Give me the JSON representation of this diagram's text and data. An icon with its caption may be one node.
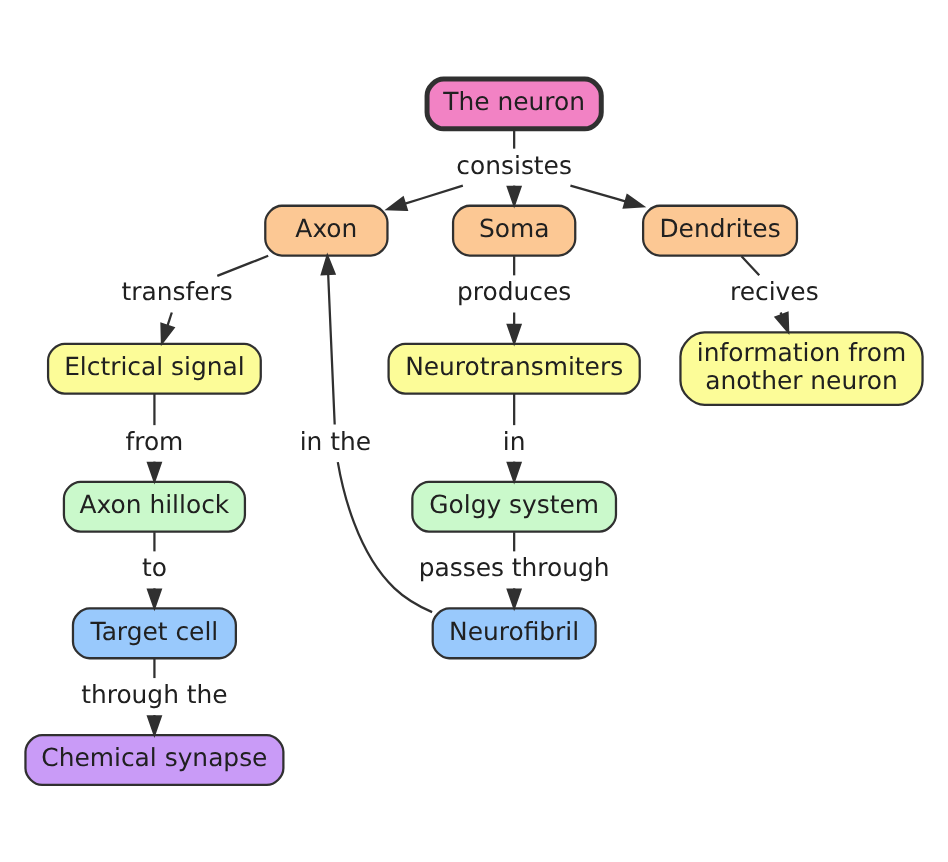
{
  "diagram": {
    "nodes": [
      {
        "text": [
          "The neuron"
        ]
      },
      {
        "text": [
          "consistes"
        ]
      },
      {
        "text": [
          "Axon"
        ]
      },
      {
        "text": [
          "Soma"
        ]
      },
      {
        "text": [
          "Dendrites"
        ]
      },
      {
        "text": [
          "transfers"
        ]
      },
      {
        "text": [
          "produces"
        ]
      },
      {
        "text": [
          "recives"
        ]
      },
      {
        "text": [
          "Elctrical signal"
        ]
      },
      {
        "text": [
          "Neurotransmiters"
        ]
      },
      {
        "text": [
          "information from another neuron"
        ]
      },
      {
        "text": [
          "from"
        ]
      },
      {
        "text": [
          "in the"
        ]
      },
      {
        "text": [
          "in"
        ]
      },
      {
        "text": [
          "Axon hillock"
        ]
      },
      {
        "text": [
          "Golgy system"
        ]
      },
      {
        "text": [
          "to"
        ]
      },
      {
        "text": [
          "passes through"
        ]
      },
      {
        "text": [
          "Target cell"
        ]
      },
      {
        "text": [
          "Neurofibril"
        ]
      },
      {
        "text": [
          "through the"
        ]
      },
      {
        "text": [
          "Chemical synapse"
        ]
      }
    ],
    "edges": [
      {
        "from": 0,
        "to": 1,
        "arrow": "none"
      },
      {
        "from": 1,
        "to": 2,
        "arrow": "to"
      },
      {
        "from": 1,
        "to": 3,
        "arrow": "to"
      },
      {
        "from": 1,
        "to": 4,
        "arrow": "to"
      },
      {
        "from": 2,
        "to": 5,
        "arrow": "none"
      },
      {
        "from": 5,
        "to": 8,
        "arrow": "to"
      },
      {
        "from": 8,
        "to": 11,
        "arrow": "none"
      },
      {
        "from": 11,
        "to": 14,
        "arrow": "to"
      },
      {
        "from": 14,
        "to": 16,
        "arrow": "none"
      },
      {
        "from": 16,
        "to": 18,
        "arrow": "to"
      },
      {
        "from": 18,
        "to": 20,
        "arrow": "none"
      },
      {
        "from": 20,
        "to": 21,
        "arrow": "to"
      },
      {
        "from": 3,
        "to": 6,
        "arrow": "none"
      },
      {
        "from": 6,
        "to": 9,
        "arrow": "to"
      },
      {
        "from": 9,
        "to": 13,
        "arrow": "none"
      },
      {
        "from": 13,
        "to": 15,
        "arrow": "to"
      },
      {
        "from": 15,
        "to": 17,
        "arrow": "none"
      },
      {
        "from": 17,
        "to": 19,
        "arrow": "to"
      },
      {
        "from": 19,
        "to": 12,
        "arrow": "none"
      },
      {
        "from": 12,
        "to": 2,
        "arrow": "to"
      },
      {
        "from": 4,
        "to": 7,
        "arrow": "none"
      },
      {
        "from": 7,
        "to": 10,
        "arrow": "to"
      }
    ]
  }
}
